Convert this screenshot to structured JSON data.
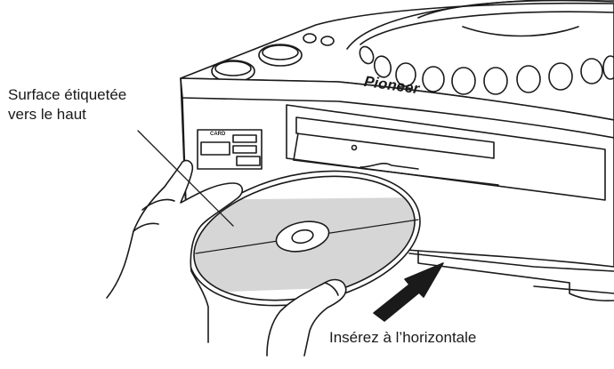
{
  "labels": {
    "surface_line1": "Surface étiquetée",
    "surface_line2": "vers le haut",
    "insert": "Insérez à l’horizontale"
  },
  "device": {
    "brand": "Pioneer",
    "card_label": "CARD"
  },
  "colors": {
    "line": "#1a1a1a",
    "disc_label_fill": "#d6d6d6",
    "background": "#ffffff"
  }
}
